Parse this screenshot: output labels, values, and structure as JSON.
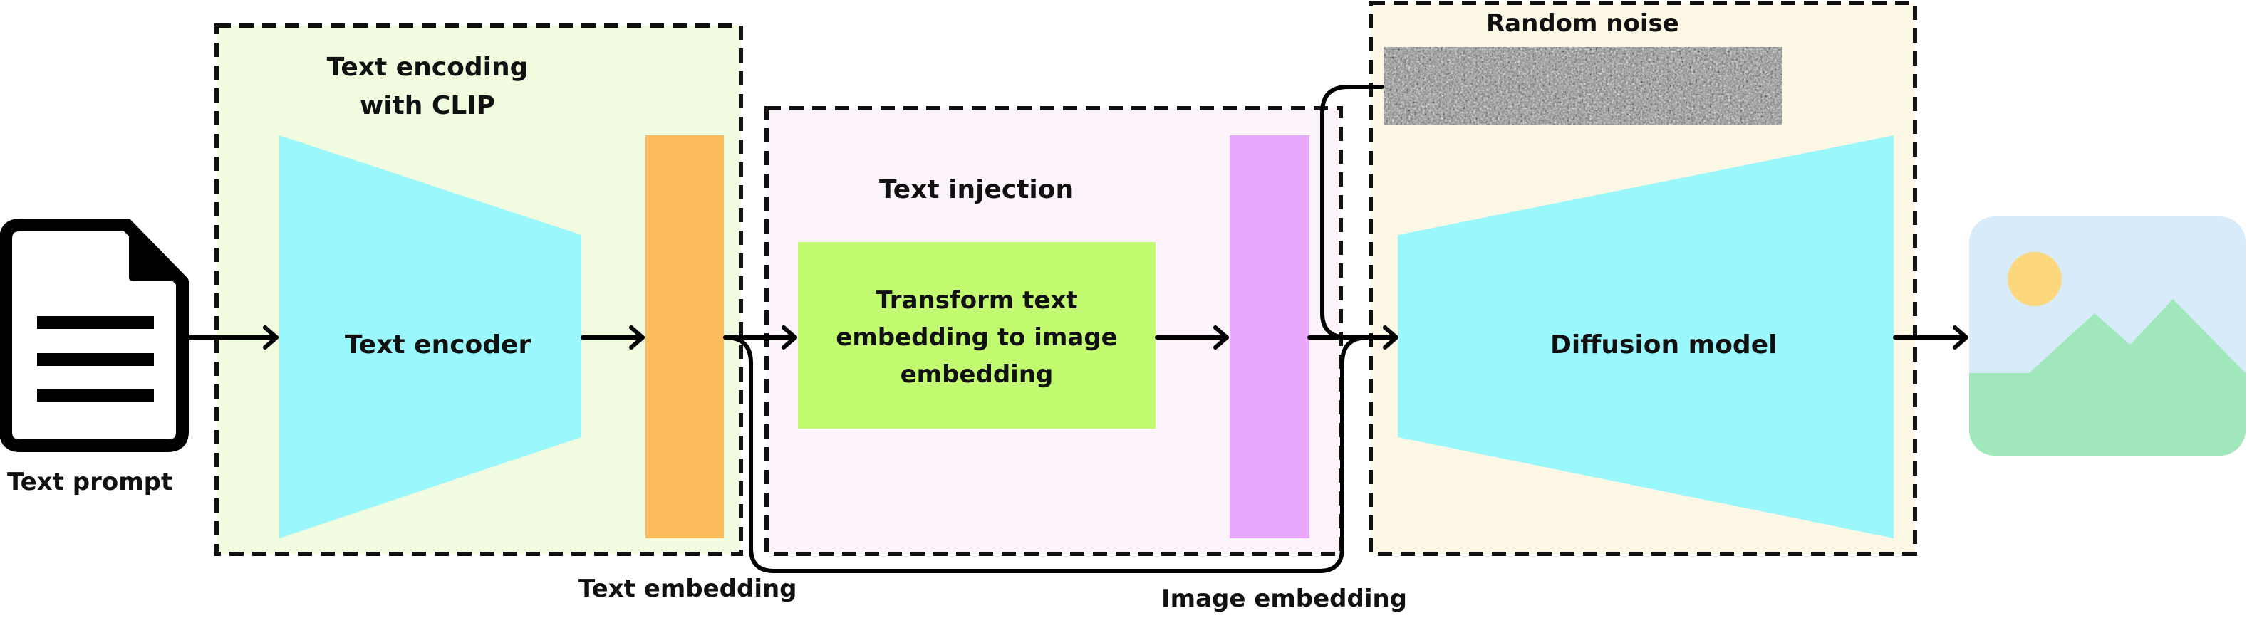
{
  "labels": {
    "text_prompt": "Text prompt",
    "clip_title_line1": "Text encoding",
    "clip_title_line2": "with CLIP",
    "text_encoder": "Text encoder",
    "text_embedding": "Text embedding",
    "text_injection": "Text injection",
    "transform_line1": "Transform text",
    "transform_line2": "embedding to image",
    "transform_line3": "embedding",
    "image_embedding": "Image embedding",
    "random_noise": "Random noise",
    "diffusion_model": "Diffusion model"
  },
  "colors": {
    "clip_panel": "#f0fbe0",
    "injection_panel": "#fdf3fa",
    "diffusion_panel": "#fdf8e6",
    "encoder": "#9af7fb",
    "text_embedding_bar": "#fcbc5c",
    "transform_box": "#c3fb70",
    "image_embedding_bar": "#e8a8fc",
    "diffusion": "#9af7fb",
    "output_sky": "#d8ebfb",
    "output_mountain": "#a0e8bc",
    "output_sun": "#fcd77c"
  },
  "icons": [
    "document-icon",
    "image-icon",
    "noise-image"
  ]
}
